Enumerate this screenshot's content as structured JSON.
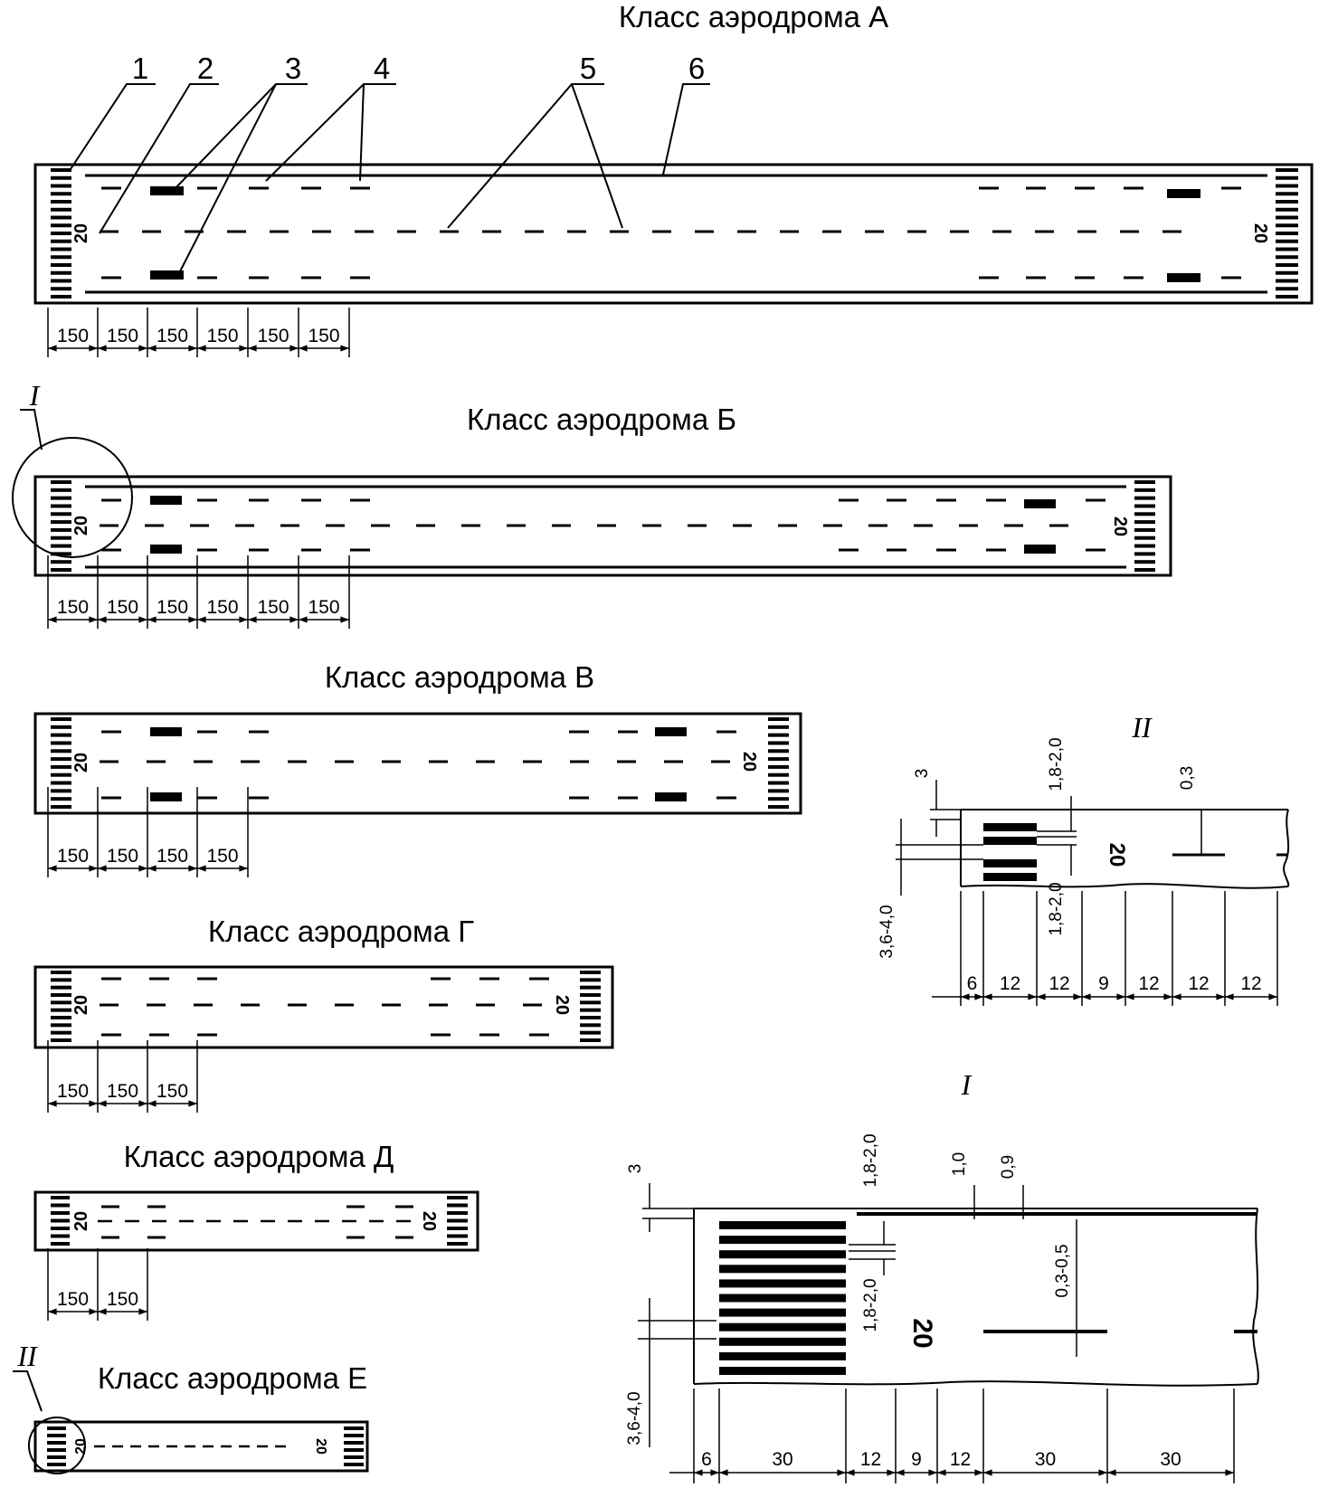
{
  "titles": {
    "a": "Класс аэродрома А",
    "b": "Класс аэродрома Б",
    "v": "Класс аэродрома В",
    "g": "Класс аэродрома Г",
    "d": "Класс аэродрома Д",
    "e": "Класс аэродрома Е"
  },
  "callouts": [
    "1",
    "2",
    "3",
    "4",
    "5",
    "6"
  ],
  "runway_number": "20",
  "section_length": "150",
  "details": {
    "detail_I": {
      "label": "I",
      "horizontal_dims": [
        "6",
        "30",
        "12",
        "9",
        "12",
        "30",
        "30"
      ],
      "vertical_dims": [
        "3",
        "1,8-2,0",
        "1,0",
        "0,9",
        "0,3-0,5",
        "1,8-2,0",
        "3,6-4,0"
      ]
    },
    "detail_II": {
      "label": "II",
      "horizontal_dims": [
        "6",
        "12",
        "12",
        "9",
        "12",
        "12",
        "12"
      ],
      "vertical_dims": [
        "3",
        "1,8-2,0",
        "0,3",
        "1,8-2,0",
        "3,6-4,0"
      ]
    }
  }
}
